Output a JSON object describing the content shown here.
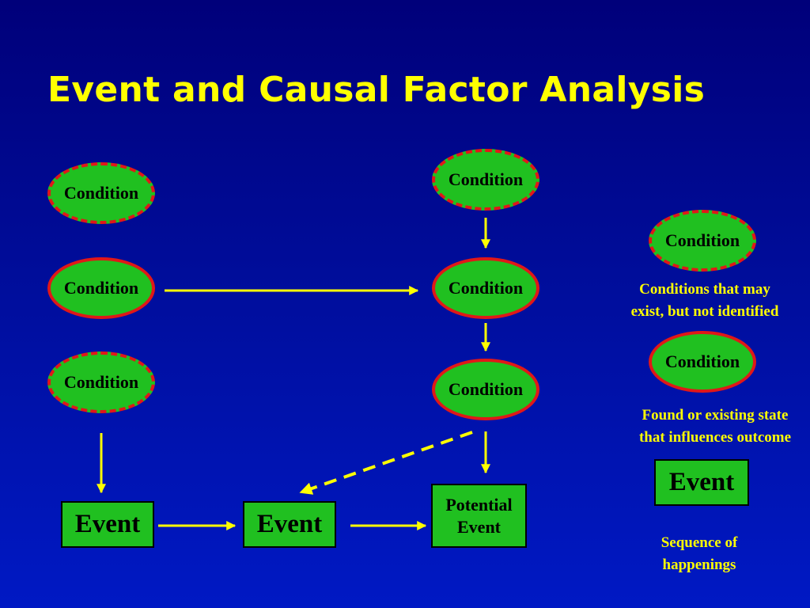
{
  "title": "Event and Causal Factor Analysis",
  "colors": {
    "background": "#0010a8",
    "title": "#ffff00",
    "node_fill": "#20c020",
    "node_border": "#e01818",
    "arrow": "#ffff00"
  },
  "diagram": {
    "conditions": [
      {
        "id": "c1",
        "label": "Condition",
        "style": "dashed"
      },
      {
        "id": "c2",
        "label": "Condition",
        "style": "solid"
      },
      {
        "id": "c3",
        "label": "Condition",
        "style": "dashed"
      },
      {
        "id": "c4",
        "label": "Condition",
        "style": "dashed"
      },
      {
        "id": "c5",
        "label": "Condition",
        "style": "solid"
      },
      {
        "id": "c6",
        "label": "Condition",
        "style": "solid"
      }
    ],
    "events": [
      {
        "id": "e1",
        "label": "Event"
      },
      {
        "id": "e2",
        "label": "Event"
      },
      {
        "id": "e3",
        "line1": "Potential",
        "line2": "Event"
      }
    ],
    "links": [
      {
        "from": "c2",
        "to": "c5",
        "style": "solid"
      },
      {
        "from": "c4",
        "to": "c5",
        "style": "solid"
      },
      {
        "from": "c5",
        "to": "c6",
        "style": "solid"
      },
      {
        "from": "c3",
        "to": "e1",
        "style": "solid"
      },
      {
        "from": "c6",
        "to": "e3",
        "style": "solid"
      },
      {
        "from": "c6",
        "to": "e2",
        "style": "dashed"
      },
      {
        "from": "e1",
        "to": "e2",
        "style": "solid"
      },
      {
        "from": "e2",
        "to": "e3",
        "style": "solid"
      }
    ]
  },
  "legend": {
    "unidentified": {
      "label": "Condition",
      "style": "dashed",
      "caption_line1": "Conditions that may",
      "caption_line2": "exist, but not identified"
    },
    "existing": {
      "label": "Condition",
      "style": "solid",
      "caption_line1": "Found or existing state",
      "caption_line2": "that influences outcome"
    },
    "event": {
      "label": "Event",
      "caption_line1": "Sequence of",
      "caption_line2": "happenings"
    }
  }
}
